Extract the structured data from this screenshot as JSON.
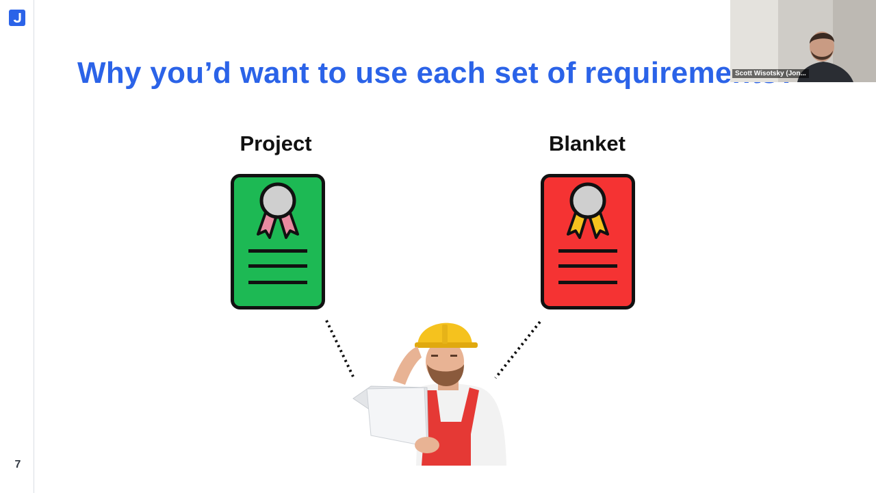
{
  "slide": {
    "title": "Why you’d want to use each set of requirements?",
    "page_number": "7",
    "columns": [
      {
        "label": "Project",
        "card_color": "#1db954",
        "ribbon_color": "#e88aa0"
      },
      {
        "label": "Blanket",
        "card_color": "#f53333",
        "ribbon_color": "#f5c21e"
      }
    ]
  },
  "video": {
    "participant_name": "Scott Wisotsky (Jon..."
  },
  "colors": {
    "title": "#2b63e8",
    "logo": "#2b63e8",
    "helmet": "#f5c21e",
    "overalls": "#e53935"
  },
  "icons": {
    "logo": "j-logo-icon",
    "project_card": "certificate-icon",
    "blanket_card": "certificate-icon",
    "worker": "construction-worker-illustration"
  }
}
